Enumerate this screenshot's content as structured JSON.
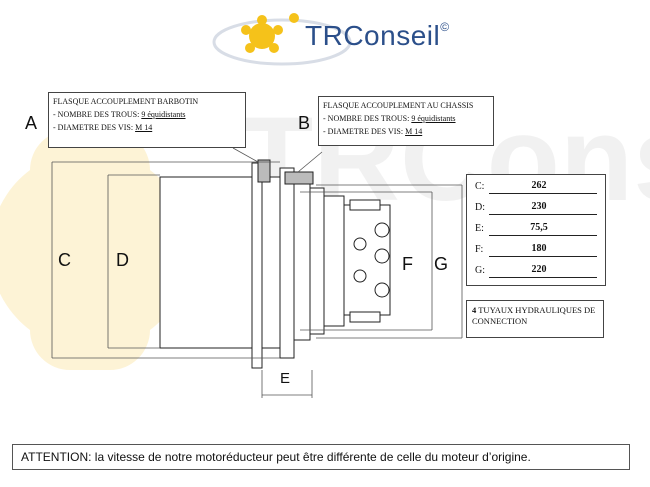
{
  "brand": {
    "name": "TRConseil",
    "copyright_mark": "©"
  },
  "callouts": {
    "barbotin": {
      "title": "FLASQUE ACCOUPLEMENT BARBOTIN",
      "holes_label": "- NOMBRE DES TROUS:",
      "holes_value": "9 équidistants",
      "screw_label": "- DIAMETRE DES VIS:",
      "screw_value": "M 14"
    },
    "chassis": {
      "title": "FLASQUE ACCOUPLEMENT AU CHASSIS",
      "holes_label": "- NOMBRE DES TROUS:",
      "holes_value": "9 équidistants",
      "screw_label": "- DIAMETRE DES VIS:",
      "screw_value": "M 14"
    }
  },
  "letters": {
    "a": "A",
    "b": "B",
    "c": "C",
    "d": "D",
    "e": "E",
    "f": "F",
    "g": "G"
  },
  "dimensions": [
    {
      "key": "C:",
      "value": "262"
    },
    {
      "key": "D:",
      "value": "230"
    },
    {
      "key": "E:",
      "value": "75,5"
    },
    {
      "key": "F:",
      "value": "180"
    },
    {
      "key": "G:",
      "value": "220"
    }
  ],
  "pipes": {
    "count": "4",
    "text": "TUYAUX HYDRAULIQUES DE CONNECTION"
  },
  "attention": "ATTENTION: la vitesse de notre motoréducteur peut être différente de celle du moteur d’origine.",
  "colors": {
    "brand_blue": "#2b4f8a",
    "brand_yellow": "#f5c21a",
    "watermark_yellow": "#fdf3d6",
    "watermark_grey": "#f0f0f0"
  }
}
